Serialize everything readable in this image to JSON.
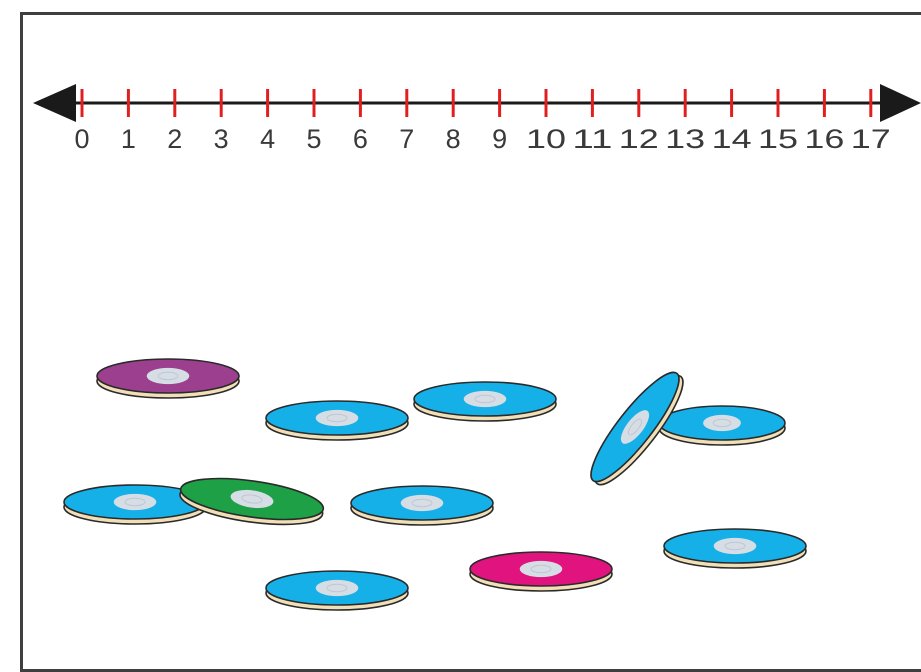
{
  "number_line": {
    "min": 0,
    "max": 17,
    "labels": [
      "0",
      "1",
      "2",
      "3",
      "4",
      "5",
      "6",
      "7",
      "8",
      "9",
      "10",
      "11",
      "12",
      "13",
      "14",
      "15",
      "16",
      "17"
    ],
    "line_color": "#1a1a1a",
    "tick_color": "#e02020"
  },
  "counters": [
    {
      "color": "#9b3f8e",
      "shape": "flat"
    },
    {
      "color": "#16b0e8",
      "shape": "flat"
    },
    {
      "color": "#16b0e8",
      "shape": "flat"
    },
    {
      "color": "#16b0e8",
      "shape": "tilted"
    },
    {
      "color": "#16b0e8",
      "shape": "flat"
    },
    {
      "color": "#16b0e8",
      "shape": "flat"
    },
    {
      "color": "#1ea046",
      "shape": "flat"
    },
    {
      "color": "#16b0e8",
      "shape": "flat"
    },
    {
      "color": "#16b0e8",
      "shape": "flat"
    },
    {
      "color": "#e0137f",
      "shape": "flat"
    },
    {
      "color": "#16b0e8",
      "shape": "flat"
    }
  ]
}
